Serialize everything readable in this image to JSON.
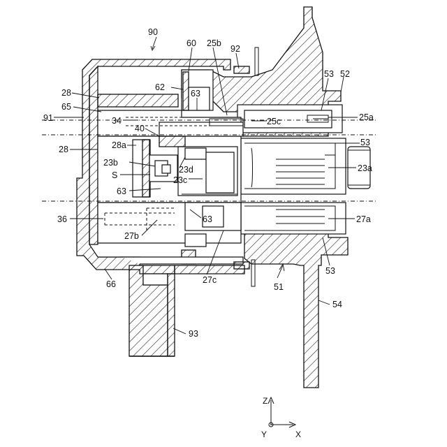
{
  "labels": {
    "l90": "90",
    "l60": "60",
    "l25b": "25b",
    "l92": "92",
    "l53top": "53",
    "l52": "52",
    "l62": "62",
    "l63a": "63",
    "l28top": "28",
    "l65": "65",
    "l91": "91",
    "l34": "34",
    "l40": "40",
    "l25c": "25c",
    "l25a": "25a",
    "l53mid": "53",
    "l28left": "28",
    "l28a": "28a",
    "l23b": "23b",
    "lS": "S",
    "l23d": "23d",
    "l23c": "23c",
    "l23a": "23a",
    "l63b": "63",
    "l36": "36",
    "l63c": "63",
    "l27a": "27a",
    "l27b": "27b",
    "l66": "66",
    "l27c": "27c",
    "l51": "51",
    "l53bot": "53",
    "l54": "54",
    "l93": "93"
  },
  "axes": {
    "z": "Z",
    "y": "Y",
    "x": "X"
  }
}
